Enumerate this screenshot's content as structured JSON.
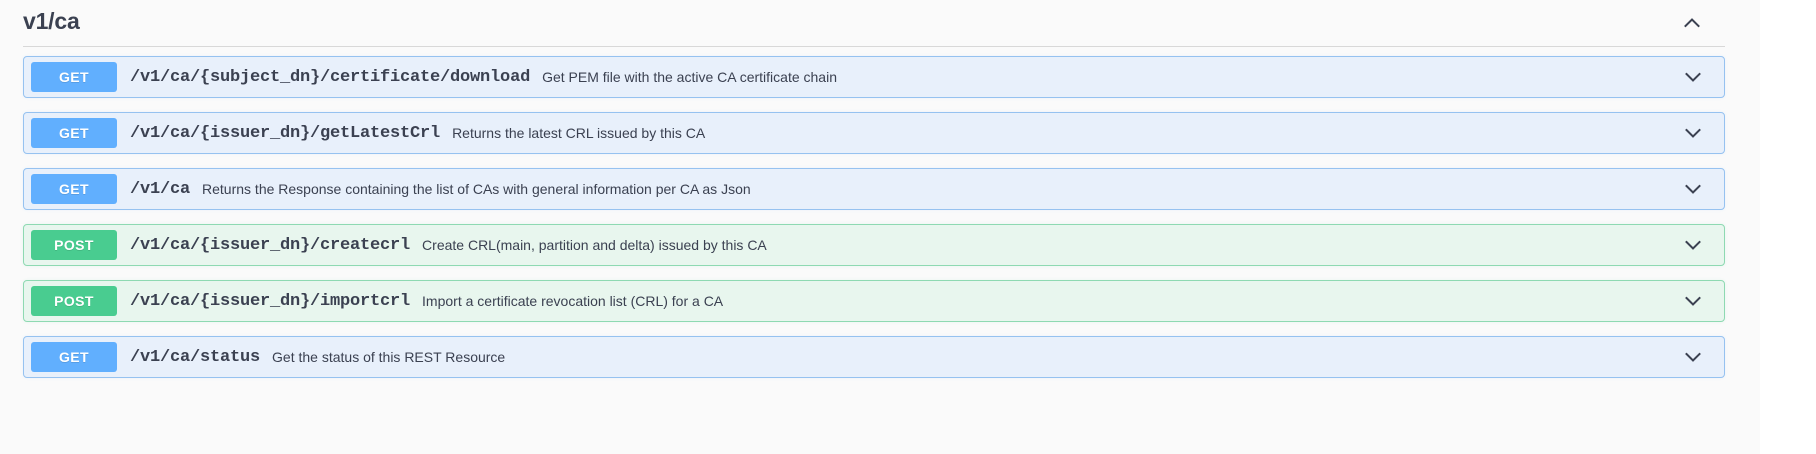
{
  "section": {
    "title": "v1/ca",
    "collapse_icon": "chevron-up-icon",
    "expanded": true
  },
  "colors": {
    "get_badge": "#61affe",
    "post_badge": "#49cc90",
    "get_row_bg": "#e8f0fb",
    "get_row_border": "#96c2f0",
    "post_row_bg": "#e8f6ee",
    "post_row_border": "#8ed9b2",
    "text": "#3b4151",
    "page_bg": "#fafafa",
    "divider": "#d8d8d8"
  },
  "operations": [
    {
      "method": "GET",
      "path": "/v1/ca/{subject_dn}/certificate/download",
      "description": "Get PEM file with the active CA certificate chain",
      "expand_icon": "chevron-down-icon"
    },
    {
      "method": "GET",
      "path": "/v1/ca/{issuer_dn}/getLatestCrl",
      "description": "Returns the latest CRL issued by this CA",
      "expand_icon": "chevron-down-icon"
    },
    {
      "method": "GET",
      "path": "/v1/ca",
      "description": "Returns the Response containing the list of CAs with general information per CA as Json",
      "expand_icon": "chevron-down-icon"
    },
    {
      "method": "POST",
      "path": "/v1/ca/{issuer_dn}/createcrl",
      "description": "Create CRL(main, partition and delta) issued by this CA",
      "expand_icon": "chevron-down-icon"
    },
    {
      "method": "POST",
      "path": "/v1/ca/{issuer_dn}/importcrl",
      "description": "Import a certificate revocation list (CRL) for a CA",
      "expand_icon": "chevron-down-icon"
    },
    {
      "method": "GET",
      "path": "/v1/ca/status",
      "description": "Get the status of this REST Resource",
      "expand_icon": "chevron-down-icon"
    }
  ]
}
